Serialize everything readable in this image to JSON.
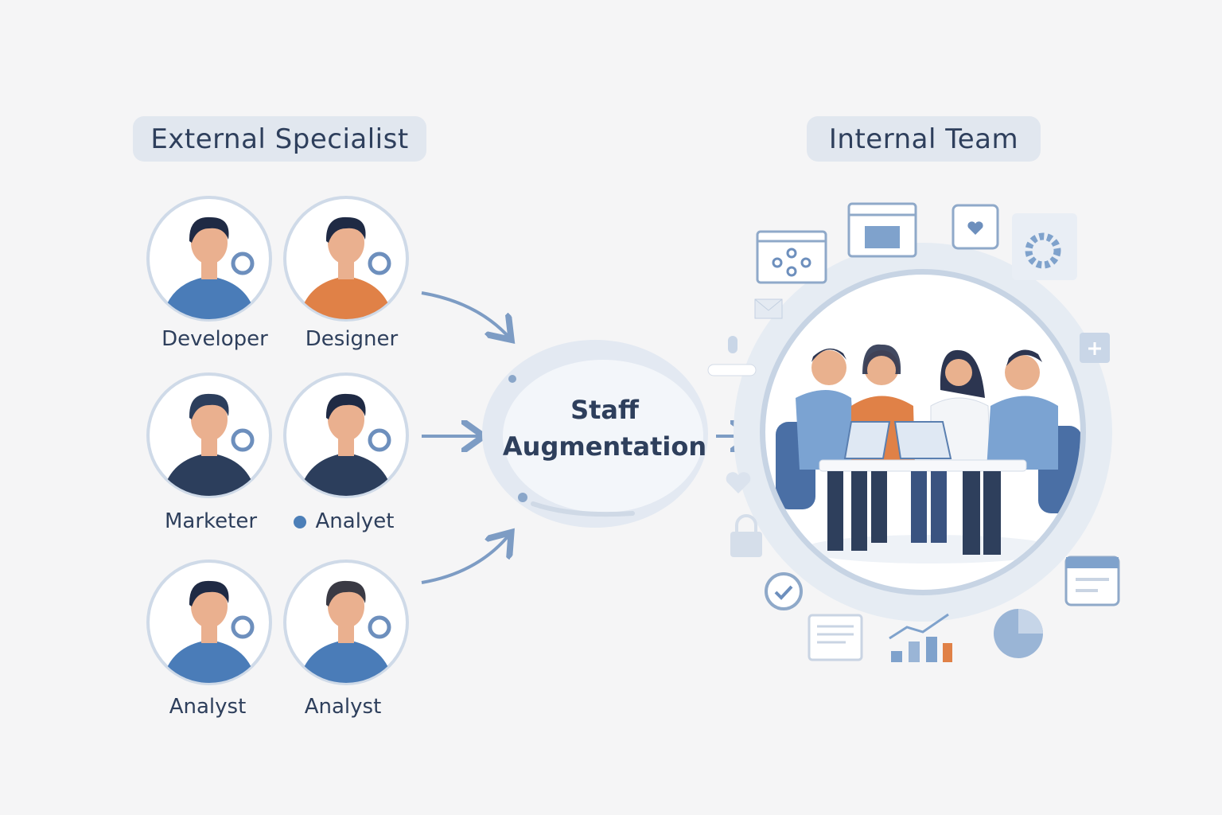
{
  "headers": {
    "left": "External Specialist",
    "right": "Internal Team"
  },
  "center": {
    "line1": "Staff",
    "line2": "Augmentation"
  },
  "specialists": [
    {
      "label": "Developer",
      "shirt": "#4a7cb8",
      "hair": "#1f2a44",
      "accent_icon": "gear-search-icon"
    },
    {
      "label": "Designer",
      "shirt": "#e08147",
      "hair": "#1f2a44",
      "accent_icon": "design-tool-icon"
    },
    {
      "label": "Marketer",
      "shirt": "#2c3e5c",
      "hair": "#2c3e5c",
      "accent_icon": "megaphone-icon"
    },
    {
      "label": "Analyet",
      "shirt": "#2c3e5c",
      "hair": "#1f2a44",
      "accent_icon": "megaphone-icon"
    },
    {
      "label": "Analyst",
      "shirt": "#4a7cb8",
      "hair": "#1f2a44",
      "accent_icon": "megaphone-icon"
    },
    {
      "label": "Analyst",
      "shirt": "#4a7cb8",
      "hair": "#3a3a44",
      "accent_icon": "bar-chart-icon"
    }
  ],
  "colors": {
    "accent": "#4a7cb8",
    "dark": "#2e3f5c",
    "light": "#e1e7ef",
    "orange": "#e08147"
  }
}
